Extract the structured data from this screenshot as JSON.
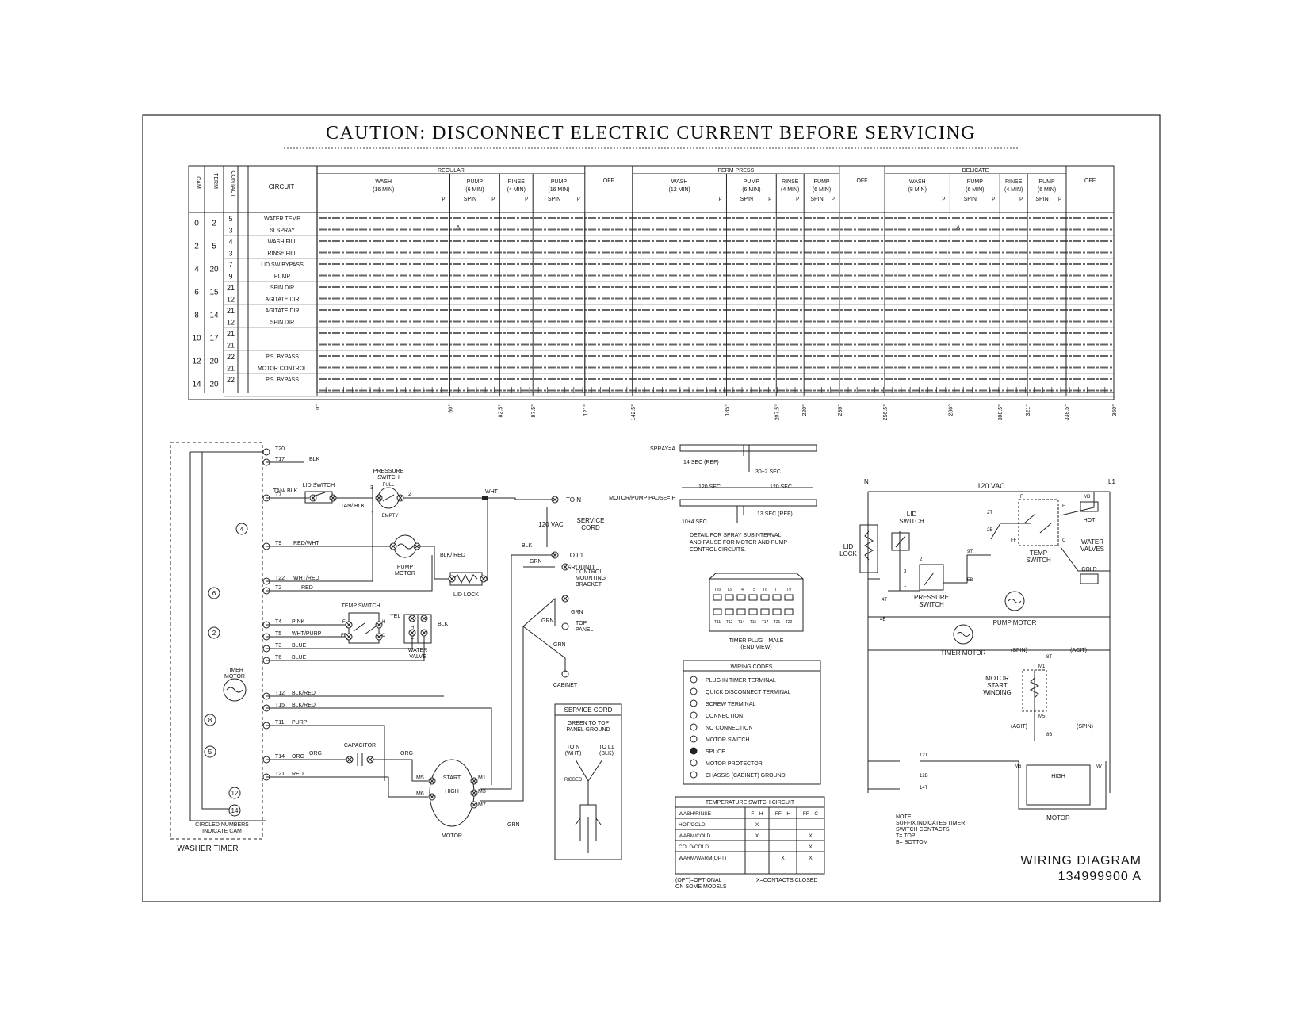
{
  "title": "CAUTION: DISCONNECT ELECTRIC CURRENT BEFORE SERVICING",
  "footer": {
    "line1": "WIRING DIAGRAM",
    "line2": "134999900 A"
  },
  "timer_chart": {
    "head_cam": "CAM",
    "head_term": "TERM",
    "head_cont": "CONTACT",
    "head_circuit": "CIRCUIT",
    "cycles": [
      {
        "name": "REGULAR",
        "phases": [
          {
            "name": "WASH",
            "time": "(16 MIN)"
          },
          {
            "name": "PUMP",
            "time": "(6 MIN)",
            "sub": "SPIN"
          },
          {
            "name": "RINSE",
            "time": "(4 MIN)"
          },
          {
            "name": "PUMP",
            "time": "(16 MIN)",
            "sub": "SPIN"
          }
        ]
      },
      {
        "name": "PERM PRESS",
        "phases": [
          {
            "name": "WASH",
            "time": "(12 MIN)"
          },
          {
            "name": "PUMP",
            "time": "(6 MIN)",
            "sub": "SPIN"
          },
          {
            "name": "RINSE",
            "time": "(4 MIN)"
          },
          {
            "name": "PUMP",
            "time": "(6 MIN)",
            "sub": "SPIN"
          }
        ]
      },
      {
        "name": "DELICATE",
        "phases": [
          {
            "name": "WASH",
            "time": "(8 MIN)"
          },
          {
            "name": "PUMP",
            "time": "(6 MIN)",
            "sub": "SPIN"
          },
          {
            "name": "RINSE",
            "time": "(4 MIN)"
          },
          {
            "name": "PUMP",
            "time": "(6 MIN)",
            "sub": "SPIN"
          }
        ]
      }
    ],
    "off_label": "OFF",
    "pause_label": "P",
    "rows": [
      {
        "cam": "0",
        "term": "2",
        "cont": "5",
        "circuit": "WATER TEMP"
      },
      {
        "cam": "",
        "term": "",
        "cont": "3",
        "circuit": "SI SPRAY"
      },
      {
        "cam": "2",
        "term": "5",
        "cont": "4",
        "circuit": "WASH FILL"
      },
      {
        "cam": "",
        "term": "",
        "cont": "3",
        "circuit": "RINSE FILL"
      },
      {
        "cam": "4",
        "term": "20",
        "cont": "7",
        "circuit": "LID SW BYPASS"
      },
      {
        "cam": "",
        "term": "",
        "cont": "9",
        "circuit": "PUMP"
      },
      {
        "cam": "6",
        "term": "15",
        "cont": "21",
        "circuit": "SPIN DIR"
      },
      {
        "cam": "",
        "term": "",
        "cont": "12",
        "circuit": "AGITATE DIR"
      },
      {
        "cam": "8",
        "term": "14",
        "cont": "21",
        "circuit": "AGITATE DIR"
      },
      {
        "cam": "",
        "term": "",
        "cont": "12",
        "circuit": "SPIN DIR"
      },
      {
        "cam": "10",
        "term": "17",
        "cont": "21",
        "circuit": ""
      },
      {
        "cam": "",
        "term": "",
        "cont": "21",
        "circuit": ""
      },
      {
        "cam": "12",
        "term": "20",
        "cont": "22",
        "circuit": "P.S. BYPASS"
      },
      {
        "cam": "",
        "term": "",
        "cont": "21",
        "circuit": "MOTOR CONTROL"
      },
      {
        "cam": "14",
        "term": "20",
        "cont": "22",
        "circuit": "P.S. BYPASS"
      },
      {
        "cam": "",
        "term": "",
        "cont": "",
        "circuit": ""
      }
    ],
    "spray_marks": [
      "A",
      "A"
    ],
    "degrees": [
      {
        "label": "0°",
        "value": 0
      },
      {
        "label": "60°",
        "value": 60
      },
      {
        "label": "82.5°",
        "value": 82.5
      },
      {
        "label": "97.5°",
        "value": 97.5
      },
      {
        "label": "121°",
        "value": 121
      },
      {
        "label": "142.5°",
        "value": 142.5
      },
      {
        "label": "185°",
        "value": 185
      },
      {
        "label": "207.5°",
        "value": 207.5
      },
      {
        "label": "220°",
        "value": 220
      },
      {
        "label": "236°",
        "value": 236
      },
      {
        "label": "256.5°",
        "value": 256.5
      },
      {
        "label": "286°",
        "value": 286
      },
      {
        "label": "308.5°",
        "value": 308.5
      },
      {
        "label": "321°",
        "value": 321
      },
      {
        "label": "338.5°",
        "value": 338.5
      },
      {
        "label": "360°",
        "value": 360
      }
    ]
  },
  "washer_timer": {
    "caption": "WASHER TIMER",
    "note": [
      "CIRCLED NUMBERS",
      "INDICATE CAM"
    ],
    "timer_motor": [
      "TIMER",
      "MOTOR"
    ],
    "terminals": [
      "T20",
      "T17",
      "T7",
      "T9",
      "T22",
      "T2",
      "T4",
      "T5",
      "T3",
      "T6",
      "T12",
      "T15",
      "T11",
      "T14",
      "T21"
    ],
    "cams": [
      "4",
      "6",
      "2",
      "8",
      "5",
      "12",
      "14"
    ],
    "wire_labels": [
      "BLK",
      "TAN/ BLK",
      "RED/WHT",
      "WHT/RED",
      "RED",
      "PINK",
      "WHT/PURP",
      "BLUE",
      "BLUE",
      "BLK/RED",
      "BLK/RED",
      "PURP",
      "ORG",
      "RED"
    ]
  },
  "left_schematic": {
    "lid_switch": "LID SWITCH",
    "pressure_switch": [
      "PRESSURE",
      "SWITCH",
      "FULL",
      "EMPTY"
    ],
    "tan_blk": "TAN/ BLK",
    "wht": "WHT",
    "to_n": "TO N",
    "to_l1": "TO L1",
    "v120": "120 VAC",
    "service_cord": [
      "SERVICE",
      "CORD"
    ],
    "blk": "BLK",
    "grn": "GRN",
    "ground": "GROUND",
    "pump_motor": [
      "PUMP",
      "MOTOR"
    ],
    "blk_red": "BLK/ RED",
    "lid_lock": "LID LOCK",
    "control_bracket": [
      "CONTROL",
      "MOUNTING",
      "BRACKET"
    ],
    "top_panel": [
      "TOP",
      "PANEL"
    ],
    "cabinet": "CABINET",
    "temp_switch": "TEMP SWITCH",
    "yel": "YEL",
    "blk2": "BLK",
    "water_valve": [
      "WATER",
      "VALVE"
    ],
    "capacitor": "CAPACITOR",
    "org": "ORG",
    "start": "START",
    "high": "HIGH",
    "motor": "MOTOR",
    "term_labels": [
      "M5",
      "M6",
      "M1",
      "M3",
      "M7"
    ],
    "ts_terms": [
      "F",
      "FF",
      "H",
      "C"
    ],
    "ps_terms": [
      "3",
      "2",
      "1"
    ]
  },
  "service_cord_box": {
    "title": "SERVICE CORD",
    "note": [
      "GREEN TO TOP",
      "PANEL GROUND"
    ],
    "to_n": [
      "TO N",
      "(WHT)"
    ],
    "to_l1": [
      "TO L1",
      "(BLK)"
    ],
    "ribbed": "RIBBED"
  },
  "spray_detail": {
    "spray": "SPRAY=A",
    "pause": "MOTOR/PUMP PAUSE= P",
    "t14": "14 SEC (REF)",
    "t30": "30±2 SEC",
    "t120a": "120 SEC",
    "t120b": "120 SEC",
    "t13": "13 SEC (REF)",
    "t10": "10±4 SEC",
    "detail": [
      "DETAIL FOR SPRAY SUBINTERVAL",
      "AND PAUSE FOR MOTOR AND PUMP",
      "CONTROL CIRCUITS."
    ]
  },
  "timer_plug": {
    "caption": [
      "TIMER PLUG—MALE",
      "(END VIEW)"
    ],
    "top_row": [
      "T20",
      "T3",
      "T4",
      "T5",
      "T6",
      "T7",
      "T9"
    ],
    "bottom_row": [
      "T11",
      "T12",
      "T14",
      "T15",
      "T17",
      "T21",
      "T22"
    ]
  },
  "wiring_codes": {
    "title": "WIRING CODES",
    "items": [
      "PLUG IN TIMER TERMINAL",
      "QUICK DISCONNECT TERMINAL",
      "SCREW TERMINAL",
      "CONNECTION",
      "NO CONNECTION",
      "MOTOR SWITCH",
      "SPLICE",
      "MOTOR PROTECTOR",
      "CHASSIS (CABINET) GROUND"
    ]
  },
  "temp_table": {
    "title": "TEMPERATURE SWITCH CIRCUIT",
    "headers": [
      "WASH/RINSE",
      "F—H",
      "FF—H",
      "FF—C"
    ],
    "rows": [
      [
        "HOT/COLD",
        "X",
        "",
        ""
      ],
      [
        "WARM/COLD",
        "X",
        "",
        "X"
      ],
      [
        "COLD/COLD",
        "",
        "",
        "X"
      ],
      [
        "WARM/WARM(OPT)",
        "",
        "X",
        "X"
      ]
    ],
    "foot_left": [
      "(OPT)=OPTIONAL",
      "ON SOME MODELS"
    ],
    "foot_right": "X=CONTACTS CLOSED"
  },
  "right_schematic": {
    "n": "N",
    "l1": "L1",
    "v120": "120 VAC",
    "lid_switch": [
      "LID",
      "SWITCH"
    ],
    "lid_lock": [
      "LID",
      "LOCK"
    ],
    "pressure_switch": [
      "PRESSURE",
      "SWITCH"
    ],
    "temp_switch": [
      "TEMP",
      "SWITCH"
    ],
    "water_valves": [
      "WATER",
      "VALVES"
    ],
    "hot": "HOT",
    "cold": "COLD",
    "pump_motor": "PUMP MOTOR",
    "timer_motor": "TIMER MOTOR",
    "motor_start": [
      "MOTOR",
      "START",
      "WINDING"
    ],
    "motor": "MOTOR",
    "high": "HIGH",
    "spin": "(SPIN)",
    "agit": "(AGIT)",
    "terms": [
      "2T",
      "2B",
      "9T",
      "5B",
      "4T",
      "4B",
      "8T",
      "8B",
      "12T",
      "12B",
      "14T",
      "M3",
      "M1",
      "M5",
      "M6",
      "M7",
      "F",
      "FF",
      "H",
      "C",
      "1",
      "2",
      "3"
    ],
    "note": [
      "NOTE:",
      "SUFFIX INDICATES TIMER",
      "SWITCH CONTACTS",
      "T= TOP",
      "B= BOTTOM"
    ]
  }
}
